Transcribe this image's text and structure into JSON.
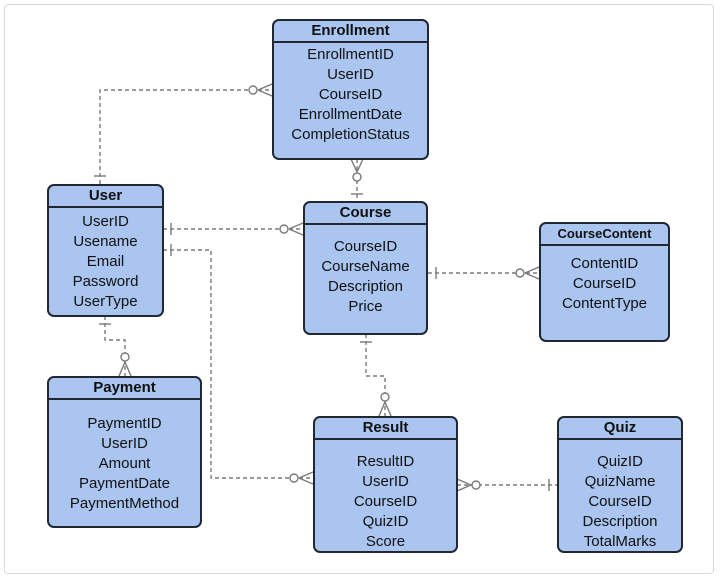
{
  "diagram": {
    "entities": [
      {
        "id": "enrollment",
        "title": "Enrollment",
        "attributes": [
          "EnrollmentID",
          "UserID",
          "CourseID",
          "EnrollmentDate",
          "CompletionStatus"
        ]
      },
      {
        "id": "user",
        "title": "User",
        "attributes": [
          "UserID",
          "Usename",
          "Email",
          "Password",
          "UserType"
        ]
      },
      {
        "id": "course",
        "title": "Course",
        "attributes": [
          "CourseID",
          "CourseName",
          "Description",
          "Price"
        ]
      },
      {
        "id": "coursecontent",
        "title": "CourseContent",
        "attributes": [
          "ContentID",
          "CourseID",
          "ContentType"
        ]
      },
      {
        "id": "payment",
        "title": "Payment",
        "attributes": [
          "PaymentID",
          "UserID",
          "Amount",
          "PaymentDate",
          "PaymentMethod"
        ]
      },
      {
        "id": "result",
        "title": "Result",
        "attributes": [
          "ResultID",
          "UserID",
          "CourseID",
          "QuizID",
          "Score"
        ]
      },
      {
        "id": "quiz",
        "title": "Quiz",
        "attributes": [
          "QuizID",
          "QuizName",
          "CourseID",
          "Description",
          "TotalMarks"
        ]
      }
    ],
    "relationships": [
      {
        "from": "user",
        "from_end": "one",
        "to": "enrollment",
        "to_end": "zero-or-many"
      },
      {
        "from": "course",
        "from_end": "one",
        "to": "enrollment",
        "to_end": "zero-or-many"
      },
      {
        "from": "user",
        "from_end": "one",
        "to": "course",
        "to_end": "zero-or-many"
      },
      {
        "from": "course",
        "from_end": "one",
        "to": "coursecontent",
        "to_end": "zero-or-many"
      },
      {
        "from": "user",
        "from_end": "one",
        "to": "payment",
        "to_end": "zero-or-many"
      },
      {
        "from": "user",
        "from_end": "one",
        "to": "result",
        "to_end": "zero-or-many"
      },
      {
        "from": "course",
        "from_end": "one",
        "to": "result",
        "to_end": "zero-or-many"
      },
      {
        "from": "quiz",
        "from_end": "one",
        "to": "result",
        "to_end": "zero-or-many"
      }
    ],
    "colors": {
      "entity_fill": "#a9c5f0",
      "entity_border": "#222831",
      "link": "#7a7a7a"
    }
  }
}
